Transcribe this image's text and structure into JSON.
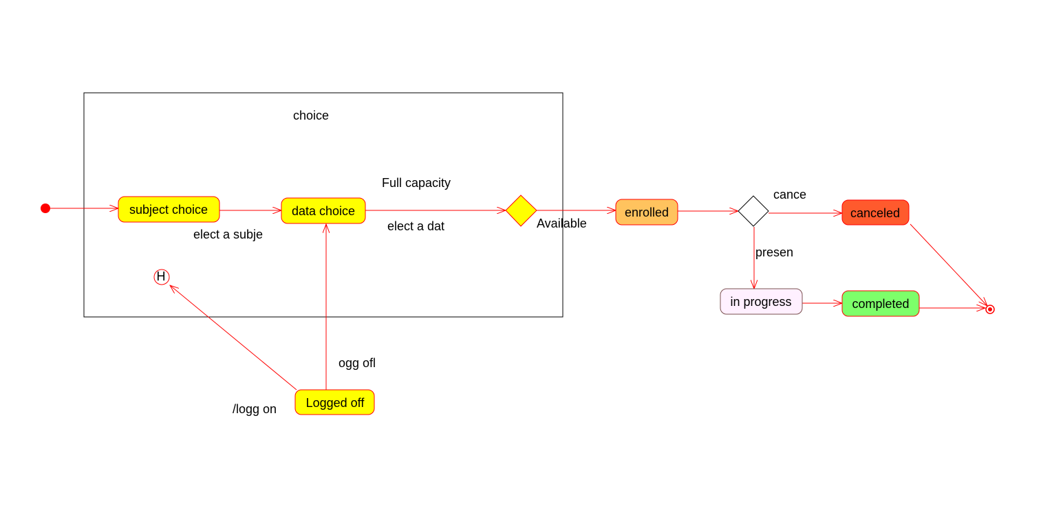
{
  "colors": {
    "edge": "#ff0000",
    "state_default": "#ffff00",
    "enrolled": "#ffc35e",
    "canceled": "#ff5a2d",
    "completed": "#7dff6a",
    "in_progress": "#fff0ff",
    "decision_enroll": "#ffff00",
    "decision_status": "#ffffff"
  },
  "composite": {
    "title": "choice"
  },
  "states": {
    "subject_choice": "subject choice",
    "data_choice": "data choice",
    "logged_off": "Logged off",
    "enrolled": "enrolled",
    "canceled": "canceled",
    "in_progress": "in progress",
    "completed": "completed",
    "history": "H"
  },
  "labels": {
    "select_subject": "elect a subje",
    "select_data": "elect a dat",
    "full_capacity": "Full capacity",
    "available": "Available",
    "cancel": "cance",
    "present": "presen",
    "log_off": "ogg ofl",
    "log_on": "/logg on"
  }
}
